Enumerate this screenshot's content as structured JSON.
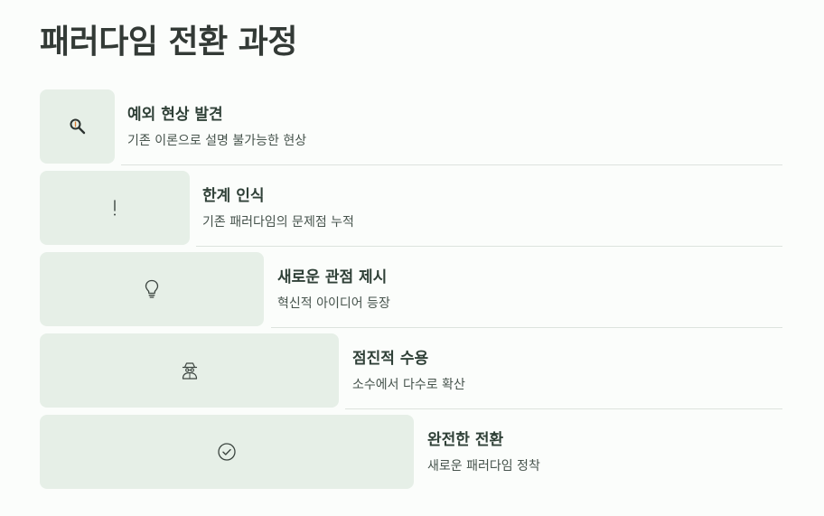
{
  "title": "패러다임 전환 과정",
  "steps": [
    {
      "title": "예외 현상 발견",
      "description": "기존 이론으로 설명 불가능한 현상",
      "icon": "search-icon"
    },
    {
      "title": "한계 인식",
      "description": "기존 패러다임의 문제점 누적",
      "icon": "exclamation-icon"
    },
    {
      "title": "새로운 관점 제시",
      "description": "혁신적 아이디어 등장",
      "icon": "lightbulb-icon"
    },
    {
      "title": "점진적 수용",
      "description": "소수에서 다수로 확산",
      "icon": "users-icon"
    },
    {
      "title": "완전한 전환",
      "description": "새로운 패러다임 정착",
      "icon": "check-circle-icon"
    }
  ],
  "colors": {
    "background": "#fbfdfb",
    "box": "#e6efe7",
    "title": "#333a36",
    "step_title": "#2f4037",
    "description": "#46534c",
    "divider": "#dde3de"
  }
}
